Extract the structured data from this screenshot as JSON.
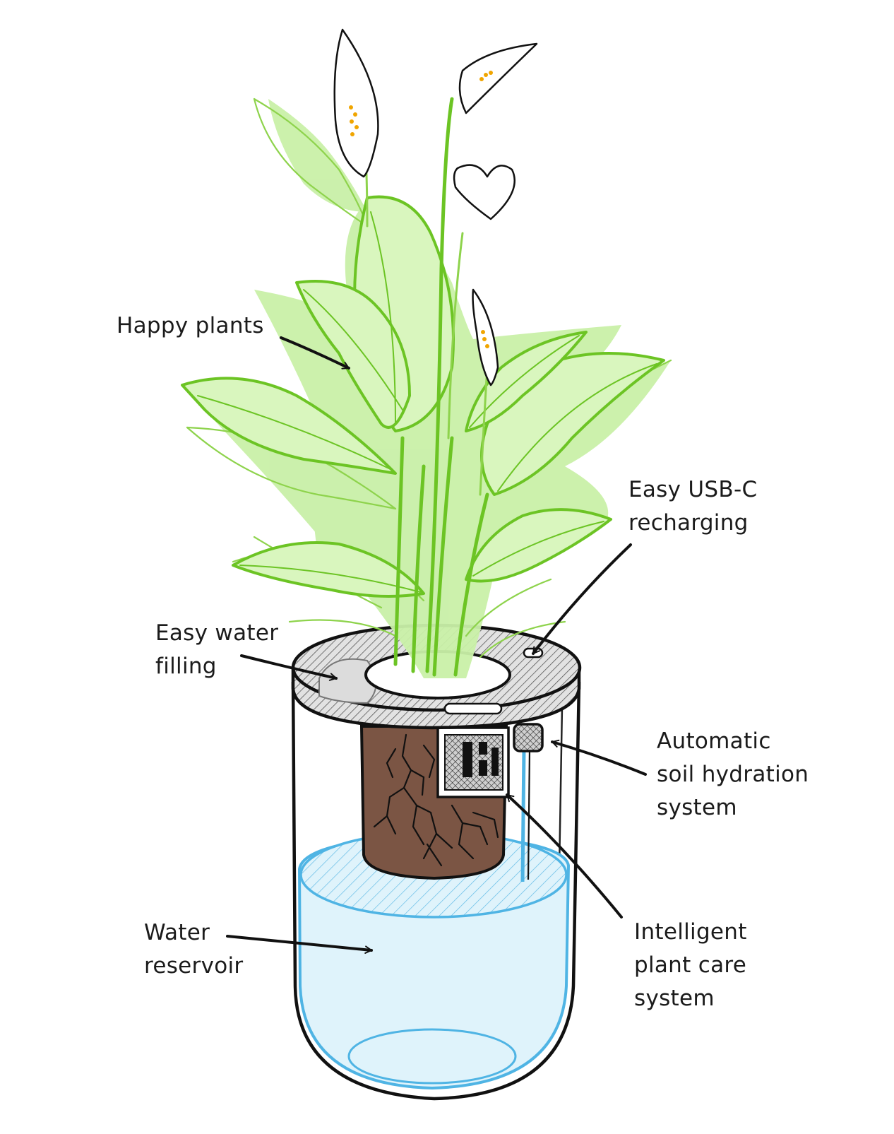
{
  "labels": {
    "happy_plants": [
      "Happy plants"
    ],
    "usb_c": [
      "Easy USB-C",
      "recharging"
    ],
    "water_filling": [
      "Easy water",
      "filling"
    ],
    "soil_hydration": [
      "Automatic",
      "soil hydration",
      "system"
    ],
    "plant_care": [
      "Intelligent",
      "plant care",
      "system"
    ],
    "reservoir": [
      "Water",
      "reservoir"
    ]
  },
  "colors": {
    "leaf_fill": "#c9f0a8",
    "leaf_stroke": "#6cc424",
    "water_fill": "#dff3fb",
    "water_stroke": "#4fb4e4",
    "soil": "#7b5544",
    "ink": "#111111"
  }
}
